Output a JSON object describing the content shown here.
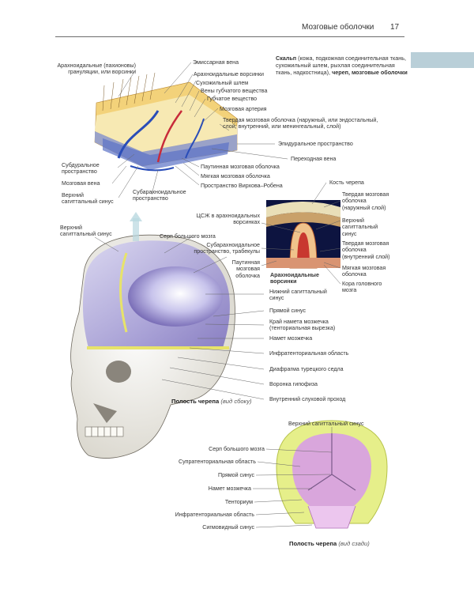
{
  "header": {
    "title": "Мозговые оболочки",
    "page_number": "17"
  },
  "scalp_note": {
    "bold1": "Скальп",
    "text1": " (кожа, подкожная соединительная ткань, сухожильный шлем, рыхлая соединительная ткань, надкостница),",
    "bold2": "череп, мозговые оболочки"
  },
  "labels": {
    "arach_granulations": "Арахноидальные (пахионовы)\nгрануляции, или ворсинки",
    "emissary_vein": "Эмиссарная вена",
    "arach_villi": "Арахноидальные ворсинки",
    "galea": "Сухожильный шлем",
    "diploic_veins": "Вены губчатого вещества",
    "diploe": "Губчатое вещество",
    "cerebral_artery": "Мозговая артерия",
    "dura_layers": "Твердая мозговая оболочка (наружный, или эндостальный,\nслой; внутренний, или менингеальный, слой)",
    "epidural": "Эпидуральное пространство",
    "bridging_vein": "Переходная вена",
    "subdural": "Субдуральное\nпространство",
    "arachnoid": "Паутинная мозговая оболочка",
    "cerebral_vein": "Мозговая вена",
    "pia": "Мягкая мозговая оболочка",
    "virchow_robin": "Пространство Вирхова–Робена",
    "sup_sag_sinus_1": "Верхний\nсагиттальный синус",
    "subarachnoid_space": "Субарахноидальное\nпространство",
    "skull_bone": "Кость черепа",
    "dura_outer": "Твердая мозговая\nоболочка\n(наружный слой)",
    "csf": "ЦСЖ в арахноидальных\nворсинках",
    "sup_sag_sinus_2": "Верхний\nсагиттальный\nсинус",
    "sup_sag_sinus_left": "Верхний\nсагиттальный синус",
    "falx_cerebri": "Серп большого мозга",
    "subarach_trab": "Субарахноидальное\nпространство, трабекулы",
    "dura_inner": "Твердая мозговая\nоболочка\n(внутренний слой)",
    "arach_membrane": "Паутинная\nмозговая\nоболочка",
    "pia2": "Мягкая мозговая\nоболочка",
    "arach_villi_bold": "Арахноидальные\nворсинки",
    "cortex": "Кора головного\nмозга",
    "inf_sag_sinus": "Нижний сагиттальный\nсинус",
    "straight_sinus": "Прямой синус",
    "tent_notch": "Край намета мозжечка\n(тенториальная вырезка)",
    "tentorium": "Намет мозжечка",
    "infratentorial": "Инфратенториальная область",
    "sella_diaphragm": "Диафрагма турецкого седла",
    "infundibulum": "Воронка гипофиза",
    "int_acoustic": "Внутренний слуховой проход",
    "b_sup_sag": "Верхний сагиттальный синус",
    "b_falx": "Серп большого мозга",
    "b_supratent": "Супратенториальная область",
    "b_straight": "Прямой синус",
    "b_tentorium": "Намет мозжечка",
    "b_tentorium2": "Тенториум",
    "b_infratent": "Инфратенториальная область",
    "b_sigmoid": "Сигмовидный синус"
  },
  "captions": {
    "side_bold": "Полость черепа",
    "side_view": " (вид сбоку)",
    "back_bold": "Полость черепа",
    "back_view": " (вид сзади)"
  },
  "colors": {
    "skull": "#f2f0e8",
    "dura_yellow": "#e7e36a",
    "brain_lilac": "#d9a6dc",
    "vein_blue": "#2a4db8",
    "artery_red": "#c82b3a",
    "tab": "#b9cfd8"
  }
}
